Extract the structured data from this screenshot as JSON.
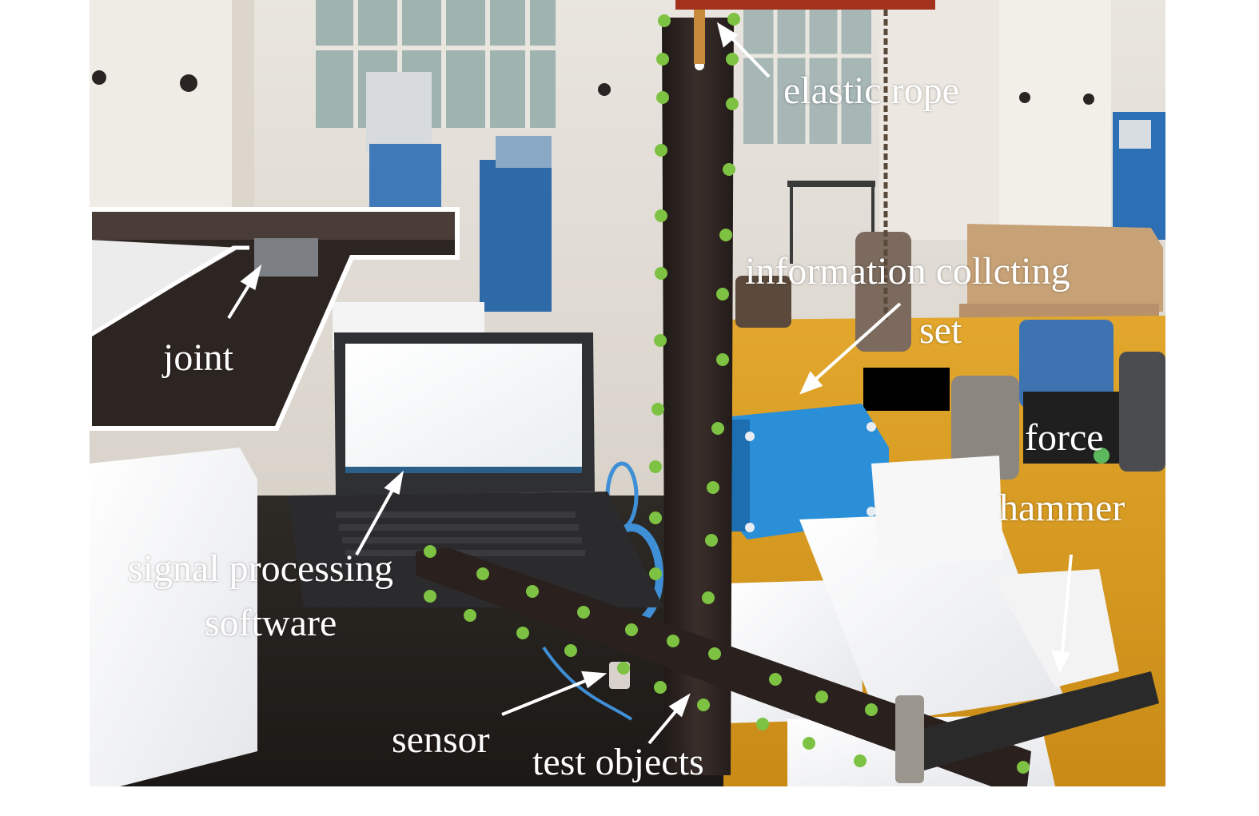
{
  "labels": {
    "joint": "joint",
    "elastic_rope": "elastic rope",
    "info_line1": "information collcting",
    "info_line2": "set",
    "force_line1": "force",
    "force_line2": "hammer",
    "signal_line1": "signal processing",
    "signal_line2": "software",
    "sensor": "sensor",
    "test_objects": "test objects"
  },
  "colors": {
    "marker_dot": "#7dc242",
    "annotation": "#ffffff",
    "analyzer": "#2b8fd8",
    "floor": "#d9a021",
    "beam": "#2c2421"
  }
}
